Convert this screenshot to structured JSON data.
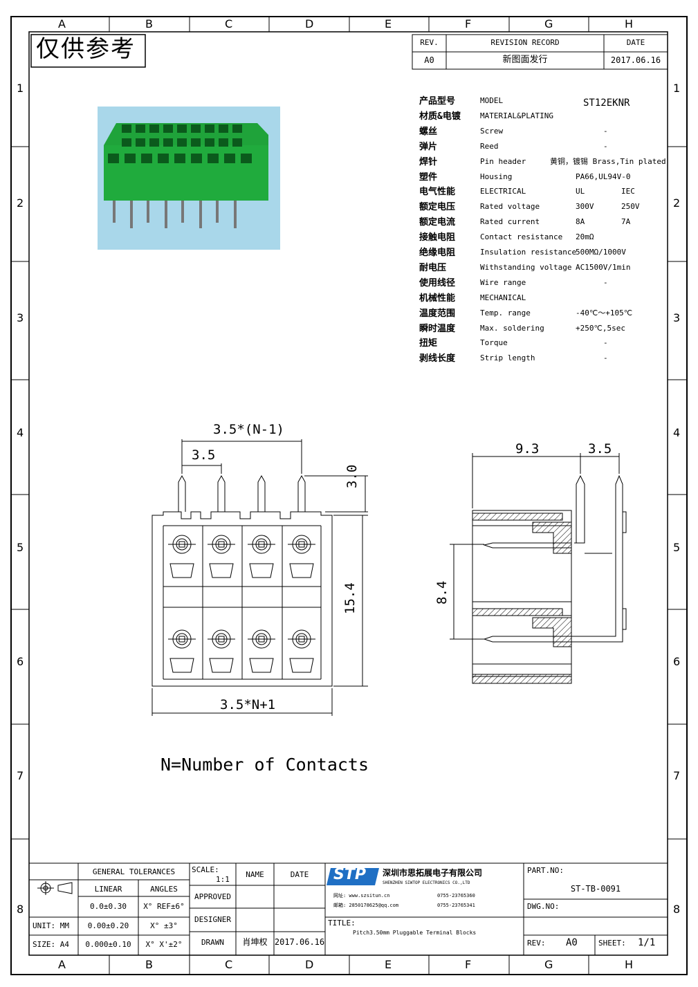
{
  "frame": {
    "columns": [
      "A",
      "B",
      "C",
      "D",
      "E",
      "F",
      "G",
      "H"
    ],
    "rows": [
      "1",
      "2",
      "3",
      "4",
      "5",
      "6",
      "7",
      "8"
    ]
  },
  "stamp": "仅供参考",
  "revision": {
    "rev_header": "REV.",
    "record_header": "REVISION RECORD",
    "date_header": "DATE",
    "rev": "A0",
    "record": "新图面发行",
    "date": "2017.06.16"
  },
  "specs": {
    "model_value": "ST12EKNR",
    "rows": [
      {
        "cn": "产品型号",
        "en": "MODEL",
        "v1": "",
        "v2": ""
      },
      {
        "cn": "材质&电镀",
        "en": "MATERIAL&PLATING",
        "v1": "",
        "v2": ""
      },
      {
        "cn": "螺丝",
        "en": "Screw",
        "v1": "-",
        "v2": ""
      },
      {
        "cn": "弹片",
        "en": "Reed",
        "v1": "-",
        "v2": ""
      },
      {
        "cn": "焊针",
        "en": "Pin header",
        "v1": "黄铜，镀锡 Brass,Tin plated",
        "v2": ""
      },
      {
        "cn": "塑件",
        "en": "Housing",
        "v1": "PA66,UL94V-0",
        "v2": ""
      },
      {
        "cn": "电气性能",
        "en": "ELECTRICAL",
        "v1": "UL",
        "v2": "IEC"
      },
      {
        "cn": "额定电压",
        "en": "Rated voltage",
        "v1": "300V",
        "v2": "250V"
      },
      {
        "cn": "额定电流",
        "en": "Rated current",
        "v1": "8A",
        "v2": "7A"
      },
      {
        "cn": "接触电阻",
        "en": "Contact resistance",
        "v1": "20mΩ",
        "v2": ""
      },
      {
        "cn": "绝缘电阻",
        "en": "Insulation resistance",
        "v1": "500MΩ/1000V",
        "v2": ""
      },
      {
        "cn": "耐电压",
        "en": "Withstanding voltage",
        "v1": "AC1500V/1min",
        "v2": ""
      },
      {
        "cn": "使用线径",
        "en": "Wire range",
        "v1": "-",
        "v2": ""
      },
      {
        "cn": "机械性能",
        "en": "MECHANICAL",
        "v1": "",
        "v2": ""
      },
      {
        "cn": "温度范围",
        "en": "Temp. range",
        "v1": "-40℃～+105℃",
        "v2": ""
      },
      {
        "cn": "瞬时温度",
        "en": "Max. soldering",
        "v1": "+250℃,5sec",
        "v2": ""
      },
      {
        "cn": "扭矩",
        "en": "Torque",
        "v1": "-",
        "v2": ""
      },
      {
        "cn": "剥线长度",
        "en": "Strip length",
        "v1": "-",
        "v2": ""
      }
    ]
  },
  "front_view": {
    "dim_pitch_n": "3.5*(N-1)",
    "dim_pitch": "3.5",
    "dim_pin": "3.0",
    "dim_height": "15.4",
    "dim_width": "3.5*N+1"
  },
  "side_view": {
    "dim_depth": "9.3",
    "dim_pitch": "3.5",
    "dim_row": "8.4"
  },
  "note": "N=Number of Contacts",
  "title_block": {
    "general_tolerances": "GENERAL TOLERANCES",
    "linear": "LINEAR",
    "angles": "ANGLES",
    "tol1_lin": "0.0±0.30",
    "tol1_ang": "X° REF±6°",
    "tol2_lin": "0.00±0.20",
    "tol2_ang": "X° ±3°",
    "tol3_lin": "0.000±0.10",
    "tol3_ang": "X° X'±2°",
    "unit": "UNIT: MM",
    "size": "SIZE: A4",
    "scale_label": "SCALE:",
    "scale_value": "1:1",
    "name_header": "NAME",
    "date_header": "DATE",
    "approved": "APPROVED",
    "designer": "DESIGNER",
    "drawn": "DRAWN",
    "drawn_name": "肖坤权",
    "drawn_date": "2017.06.16",
    "logo": "STP",
    "company_cn": "深圳市思拓展电子有限公司",
    "company_en": "SHENZHEN SIWTOP ELECTRONICS CO.,LTD",
    "contact_1": "网址: www.szsitun.cn",
    "contact_2": "0755-23765360",
    "contact_3": "邮箱: 2850178625@qq.com",
    "contact_4": "0755-23765341",
    "title_label": "TITLE:",
    "title_value": "Pitch3.50mm Pluggable Terminal Blocks",
    "part_no_label": "PART.NO:",
    "part_no": "ST-TB-0091",
    "dwg_no_label": "DWG.NO:",
    "rev_label": "REV:",
    "rev_value": "A0",
    "sheet_label": "SHEET:",
    "sheet_value": "1/1"
  },
  "colors": {
    "product_bg": "#a9d7ea",
    "product_green": "#1fa33a",
    "logo_blue": "#1f6fc4"
  }
}
